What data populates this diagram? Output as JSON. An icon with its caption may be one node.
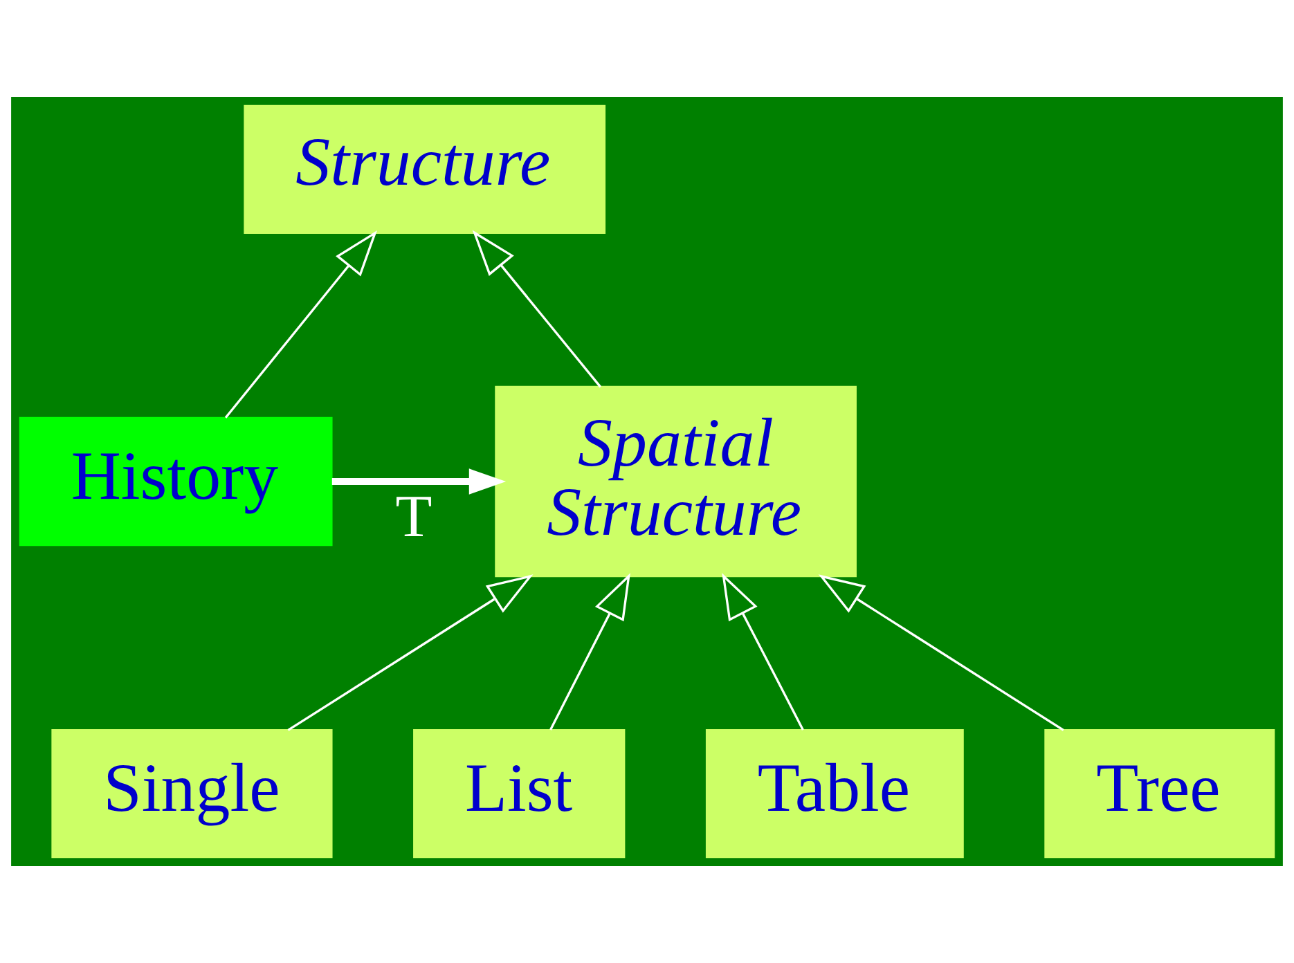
{
  "diagram": {
    "nodes": [
      {
        "text": [
          "Structure"
        ]
      },
      {
        "text": [
          "History"
        ]
      },
      {
        "text": [
          "Spatial Structure"
        ]
      },
      {
        "text": [
          "Single"
        ]
      },
      {
        "text": [
          "List"
        ]
      },
      {
        "text": [
          "Table"
        ]
      },
      {
        "text": [
          "Tree"
        ]
      }
    ],
    "edges": [
      {
        "from": 1,
        "to": 0,
        "arrow": "to"
      },
      {
        "from": 2,
        "to": 0,
        "arrow": "to"
      },
      {
        "from": 1,
        "to": 2,
        "arrow": "to",
        "label": "T",
        "style": "thick"
      },
      {
        "from": 3,
        "to": 2,
        "arrow": "to"
      },
      {
        "from": 4,
        "to": 2,
        "arrow": "to"
      },
      {
        "from": 5,
        "to": 2,
        "arrow": "to"
      },
      {
        "from": 6,
        "to": 2,
        "arrow": "to"
      }
    ]
  }
}
